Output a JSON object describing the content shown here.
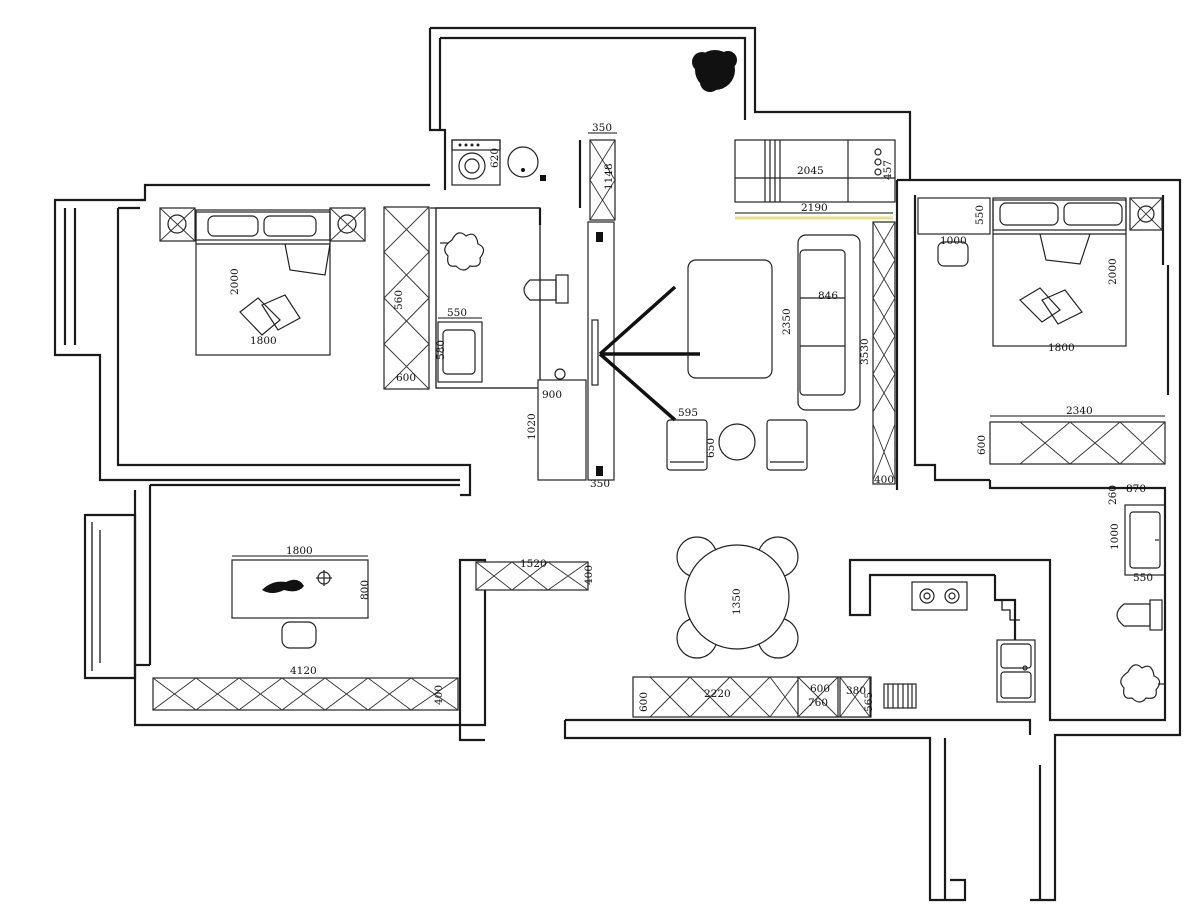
{
  "dimensions": {
    "balcony_cabinet_w": "350",
    "washer_depth": "620",
    "storage_h": "1148",
    "bed_left_length": "2000",
    "bed_left_width": "1800",
    "wardrobe_left_depth": "600",
    "wardrobe_left_w": "560",
    "vanity_left_w": "550",
    "vanity_left_d": "580",
    "fridge_depth": "900",
    "tall_cabinet_h": "1020",
    "partition_w": "350",
    "tv_bench_w": "2045",
    "tv_wall_w": "2190",
    "tv_bench_d": "457",
    "sofa_depth": "846",
    "living_depth": "2350",
    "wall_cabinet_h": "3530",
    "wall_cabinet_w": "400",
    "chair_w": "595",
    "chair_d": "650",
    "desk_right_d": "550",
    "desk_right_w": "1000",
    "bed_right_length": "2000",
    "bed_right_width": "1800",
    "wardrobe_right_w": "2340",
    "wardrobe_right_d": "600",
    "bath_w1": "260",
    "bath_w2": "870",
    "shower_len": "1000",
    "basin_right_w": "550",
    "study_desk_w": "1800",
    "study_desk_d": "800",
    "study_cabinet_w": "4120",
    "study_cabinet_d": "400",
    "shelf_w": "1520",
    "shelf_d": "400",
    "dining_table_d": "1350",
    "dining_cabinet_w": "2220",
    "dining_cabinet_d": "600",
    "fridge_bay_w": "600",
    "fridge_bay_d": "760",
    "side_cabinet_w": "380",
    "side_cabinet_d": "565"
  },
  "icons": [
    "washing-machine-icon",
    "plant-icon",
    "toilet-icon",
    "sink-icon",
    "stove-icon",
    "bed-icon",
    "chair-icon"
  ],
  "colors": {
    "line": "#1a1a1a",
    "highlight": "#e8e08a"
  }
}
